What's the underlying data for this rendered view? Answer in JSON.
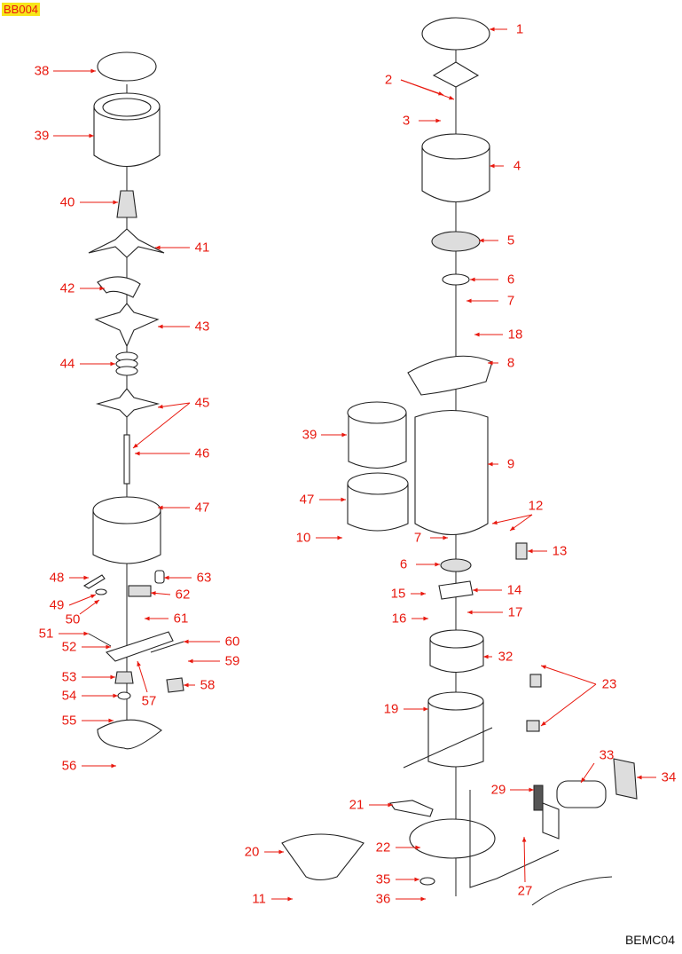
{
  "sheet_id": "BB004",
  "drawing_code": "BEMC04",
  "accent_color": "#e8190f",
  "callouts": [
    "38",
    "39",
    "40",
    "41",
    "42",
    "43",
    "44",
    "45",
    "46",
    "47",
    "48",
    "63",
    "49",
    "62",
    "50",
    "61",
    "51",
    "52",
    "60",
    "59",
    "53",
    "58",
    "57",
    "54",
    "55",
    "56",
    "1",
    "2",
    "3",
    "4",
    "5",
    "6",
    "7",
    "18",
    "8",
    "39",
    "9",
    "47",
    "10",
    "12",
    "7",
    "13",
    "6",
    "14",
    "15",
    "16",
    "17",
    "32",
    "23",
    "19",
    "33",
    "34",
    "29",
    "21",
    "20",
    "22",
    "27",
    "35",
    "11",
    "36"
  ]
}
